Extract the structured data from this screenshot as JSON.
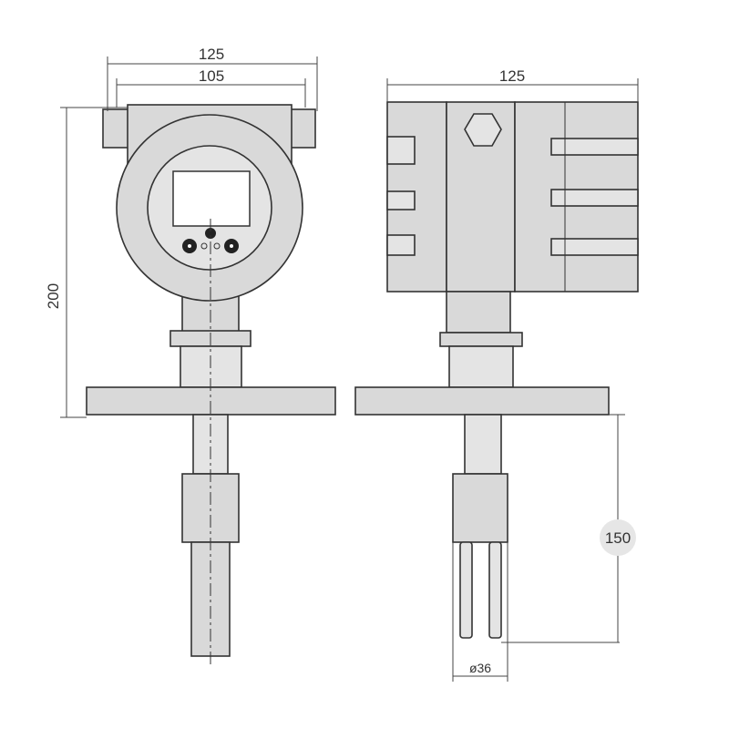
{
  "dimensions": {
    "front_overall_width": "125",
    "front_inner_width": "105",
    "front_height": "200",
    "side_width": "125",
    "probe_length": "150",
    "probe_diameter": "ø36"
  },
  "colors": {
    "body": "#d9d9d9",
    "line": "#333333"
  }
}
